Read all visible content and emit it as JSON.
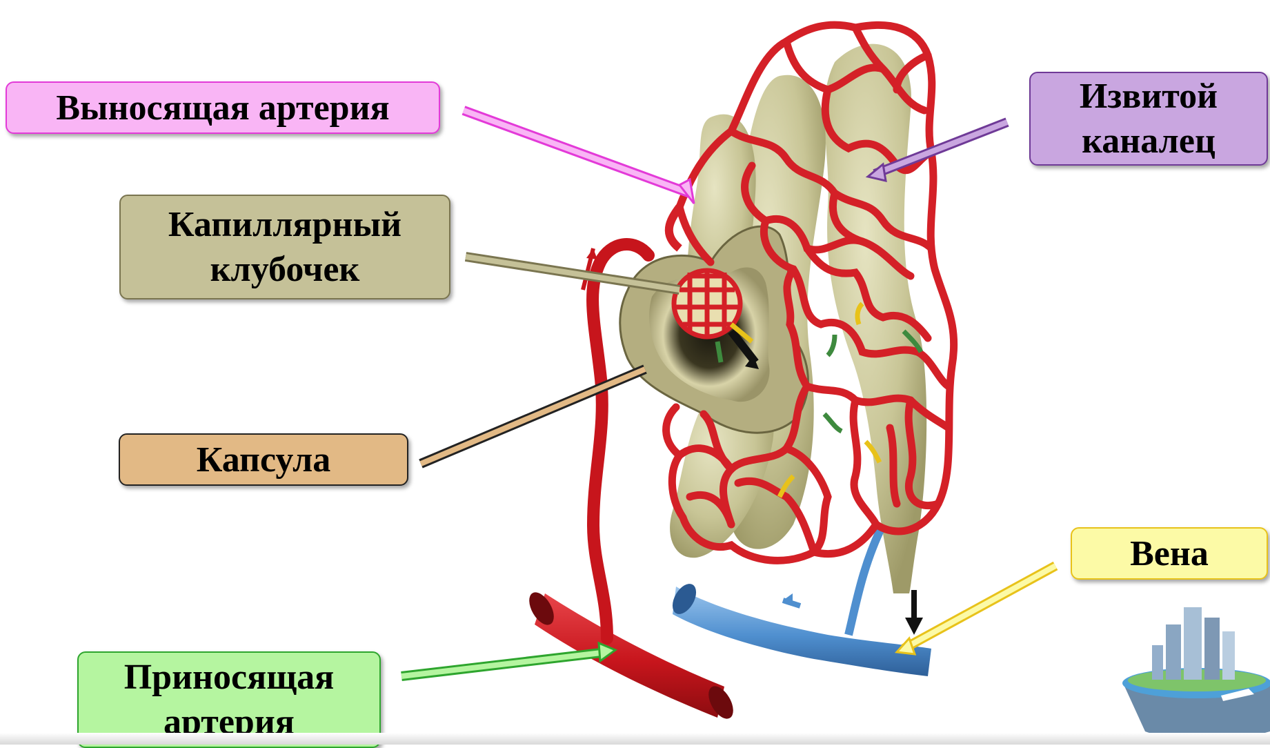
{
  "labels": {
    "efferent_artery": "Выносящая артерия",
    "glomerulus": "Капиллярный\nклубочек",
    "capsule": "Капсула",
    "afferent_artery": "Приносящая\nартерия",
    "convoluted_tubule": "Извитой\nканалец",
    "vein": "Вена"
  },
  "colors": {
    "efferent_artery": "#f56df0",
    "glomerulus": "#c5c198",
    "capsule": "#e2b985",
    "afferent_artery": "#8ef07a",
    "convoluted_tubule": "#c9a6e0",
    "vein": "#fcfaa6",
    "vessel_red": "#d42027",
    "vein_blue": "#5a9ad6",
    "tubule_olive": "#c9c79a"
  },
  "icons": {
    "corner": "city-island-icon"
  }
}
